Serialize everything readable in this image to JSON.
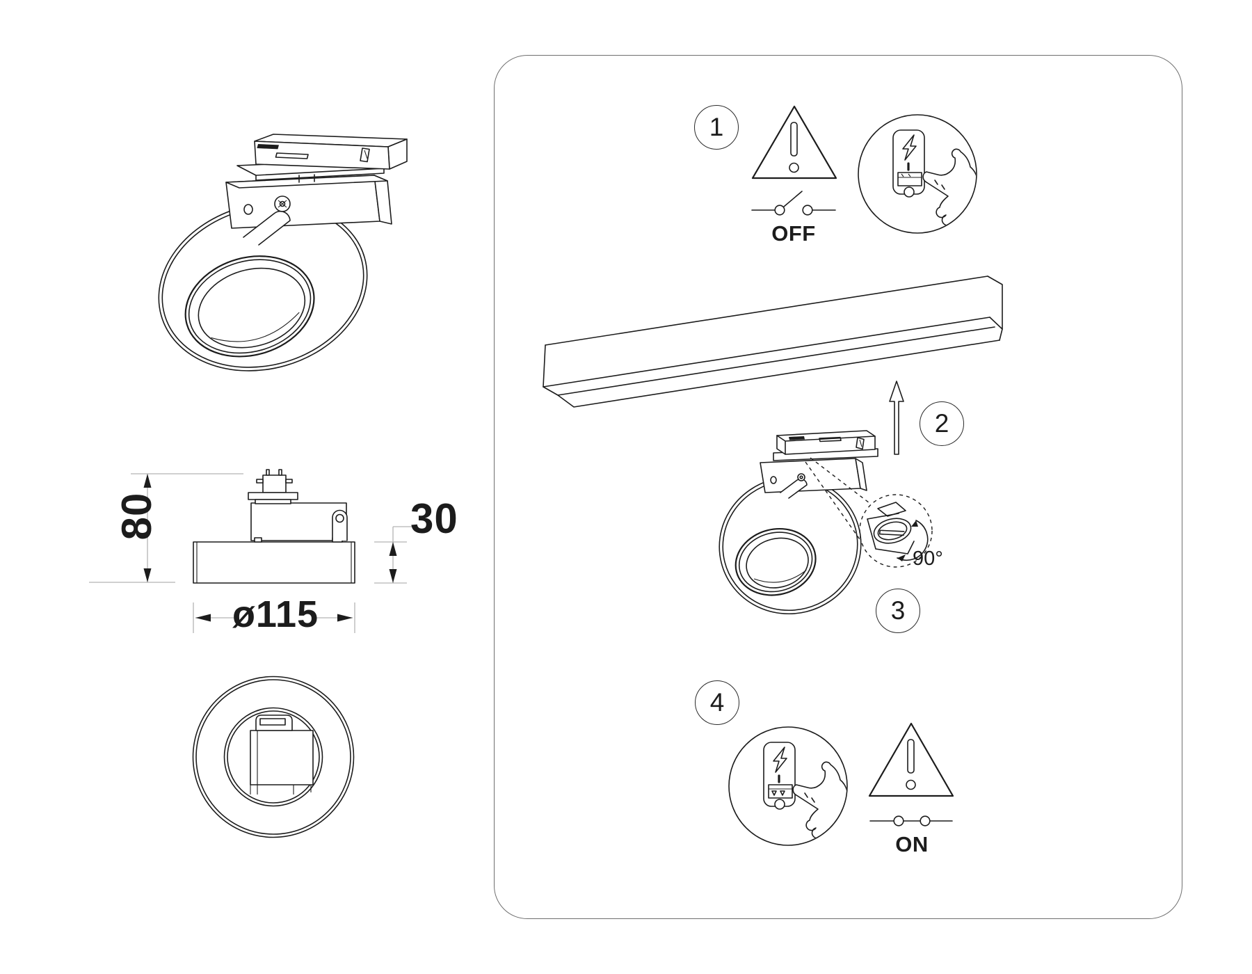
{
  "colors": {
    "background": "#ffffff",
    "line": "#1c1c1c",
    "dimension_line": "#b3b3b3",
    "panel_border": "#6e6e6e"
  },
  "left_views": {
    "perspective_view": {
      "icon": "track-spotlight-3d"
    },
    "side_view": {
      "height_dim": "80",
      "body_height_dim": "30",
      "diameter_dim": "ø115"
    },
    "bottom_view": {
      "icon": "spotlight-bottom-view"
    }
  },
  "panel": {
    "steps": [
      {
        "number": "1",
        "switch_label": "OFF",
        "icons": [
          "warning-triangle-icon",
          "switch-open-icon",
          "finger-press-switch-icon"
        ]
      },
      {
        "number": "2",
        "icons": [
          "track-rail",
          "insert-arrow-up-icon"
        ]
      },
      {
        "number": "3",
        "rotation_label": "90°",
        "icons": [
          "spotlight-with-adapter",
          "lock-knob-detail-callout"
        ]
      },
      {
        "number": "4",
        "switch_label": "ON",
        "icons": [
          "finger-press-switch-icon",
          "warning-triangle-icon",
          "switch-closed-icon"
        ]
      }
    ]
  }
}
